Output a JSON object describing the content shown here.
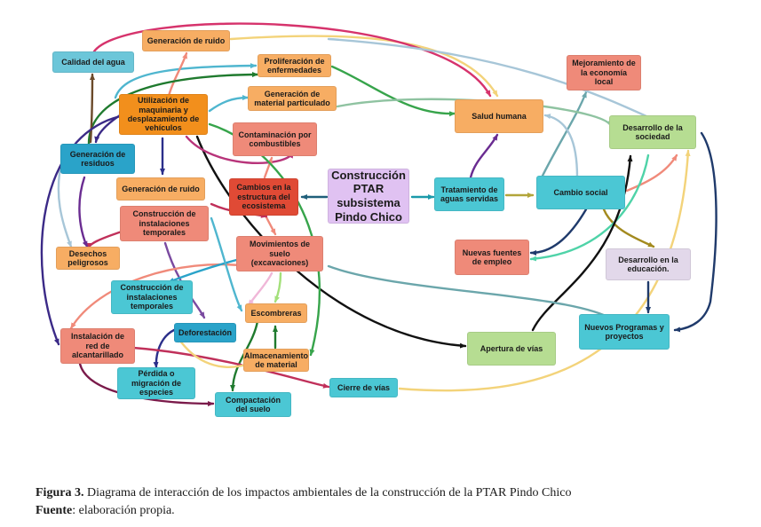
{
  "nodes": {
    "calidad_agua": "Calidad del agua",
    "generacion_ruido_top": "Generación de ruido",
    "proliferacion_enfermedades": "Proliferación de enfermedades",
    "generacion_material_particulado": "Generación de material particulado",
    "utilizacion_maquinaria": "Utilización de maquinaria y desplazamiento de vehículos",
    "contaminacion_combustibles": "Contaminación por combustibles",
    "salud_humana": "Salud humana",
    "mejoramiento_economia": "Mejoramiento de la economía local",
    "desarrollo_sociedad": "Desarrollo de la sociedad",
    "generacion_residuos": "Generación de residuos",
    "generacion_ruido_mid": "Generación de ruido",
    "cambios_estructura": "Cambios en la estructura del ecosistema",
    "construccion_ptar": "Construcción PTAR subsistema Pindo Chico",
    "tratamiento_aguas": "Tratamiento de aguas servidas",
    "cambio_social": "Cambio social",
    "construccion_instalaciones_1": "Construcción de instalaciones temporales",
    "desechos_peligrosos": "Desechos peligrosos",
    "movimientos_suelo": "Movimientos de suelo (excavaciones)",
    "nuevas_fuentes_empleo": "Nuevas fuentes de empleo",
    "desarrollo_educacion": "Desarrollo en la educación.",
    "construccion_instalaciones_2": "Construcción de instalaciones temporales",
    "escombreras": "Escombreras",
    "deforestacion": "Deforestación",
    "nuevos_programas": "Nuevos Programas y proyectos",
    "instalacion_red": "Instalación de red de alcantarillado",
    "almacenamiento_material": "Almacenamiento de material",
    "apertura_vias": "Apertura de vías",
    "perdida_especies": "Pérdida o migración de especies",
    "cierre_vias": "Cierre de vías",
    "compactacion_suelo": "Compactación del suelo"
  },
  "caption": {
    "figure_label": "Figura 3.",
    "figure_text": "Diagrama de interacción de los impactos ambientales de la construcción de la PTAR Pindo Chico",
    "source_label": "Fuente",
    "source_text": ": elaboración propia."
  },
  "colors": {
    "orange": "#f7ad63",
    "dark_orange": "#f28f1c",
    "salmon": "#ef8a79",
    "red": "#e04a35",
    "blue": "#2aa3c9",
    "cyan": "#4bc7d4",
    "lilac": "#e0c2f2",
    "green": "#b6dd92",
    "lavender": "#e2d8ea"
  }
}
